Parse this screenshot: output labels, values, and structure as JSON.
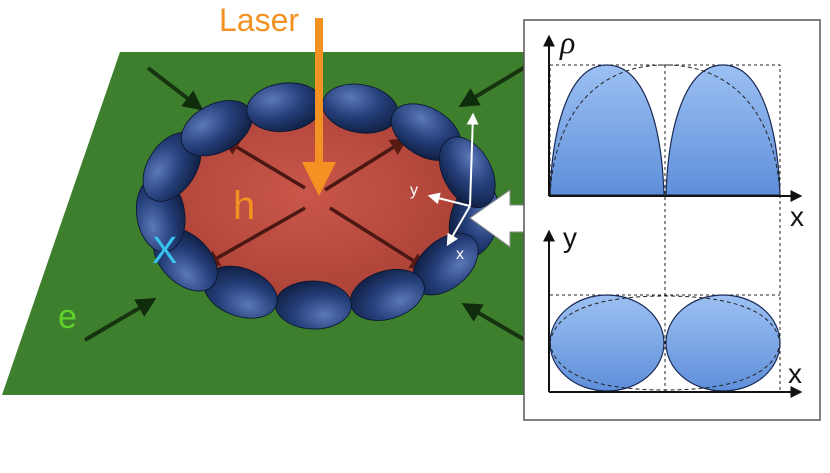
{
  "labels": {
    "laser": "Laser",
    "hole": "h",
    "exciton": "X",
    "electron": "e",
    "local_axis_x": "x",
    "local_axis_y": "y"
  },
  "panels": {
    "top": {
      "y_axis": "ρ",
      "x_axis": "x"
    },
    "bottom": {
      "y_axis": "y",
      "x_axis": "x"
    }
  },
  "colors": {
    "plane": "#3e7f2e",
    "disk": "#b6483c",
    "ellipsoid": "#1f3a6e",
    "laser": "#f39222",
    "electron_label": "#5fd32a",
    "exciton_label": "#37c3ee",
    "curve_fill": "#7ea9e8",
    "panel_border": "#555555"
  }
}
